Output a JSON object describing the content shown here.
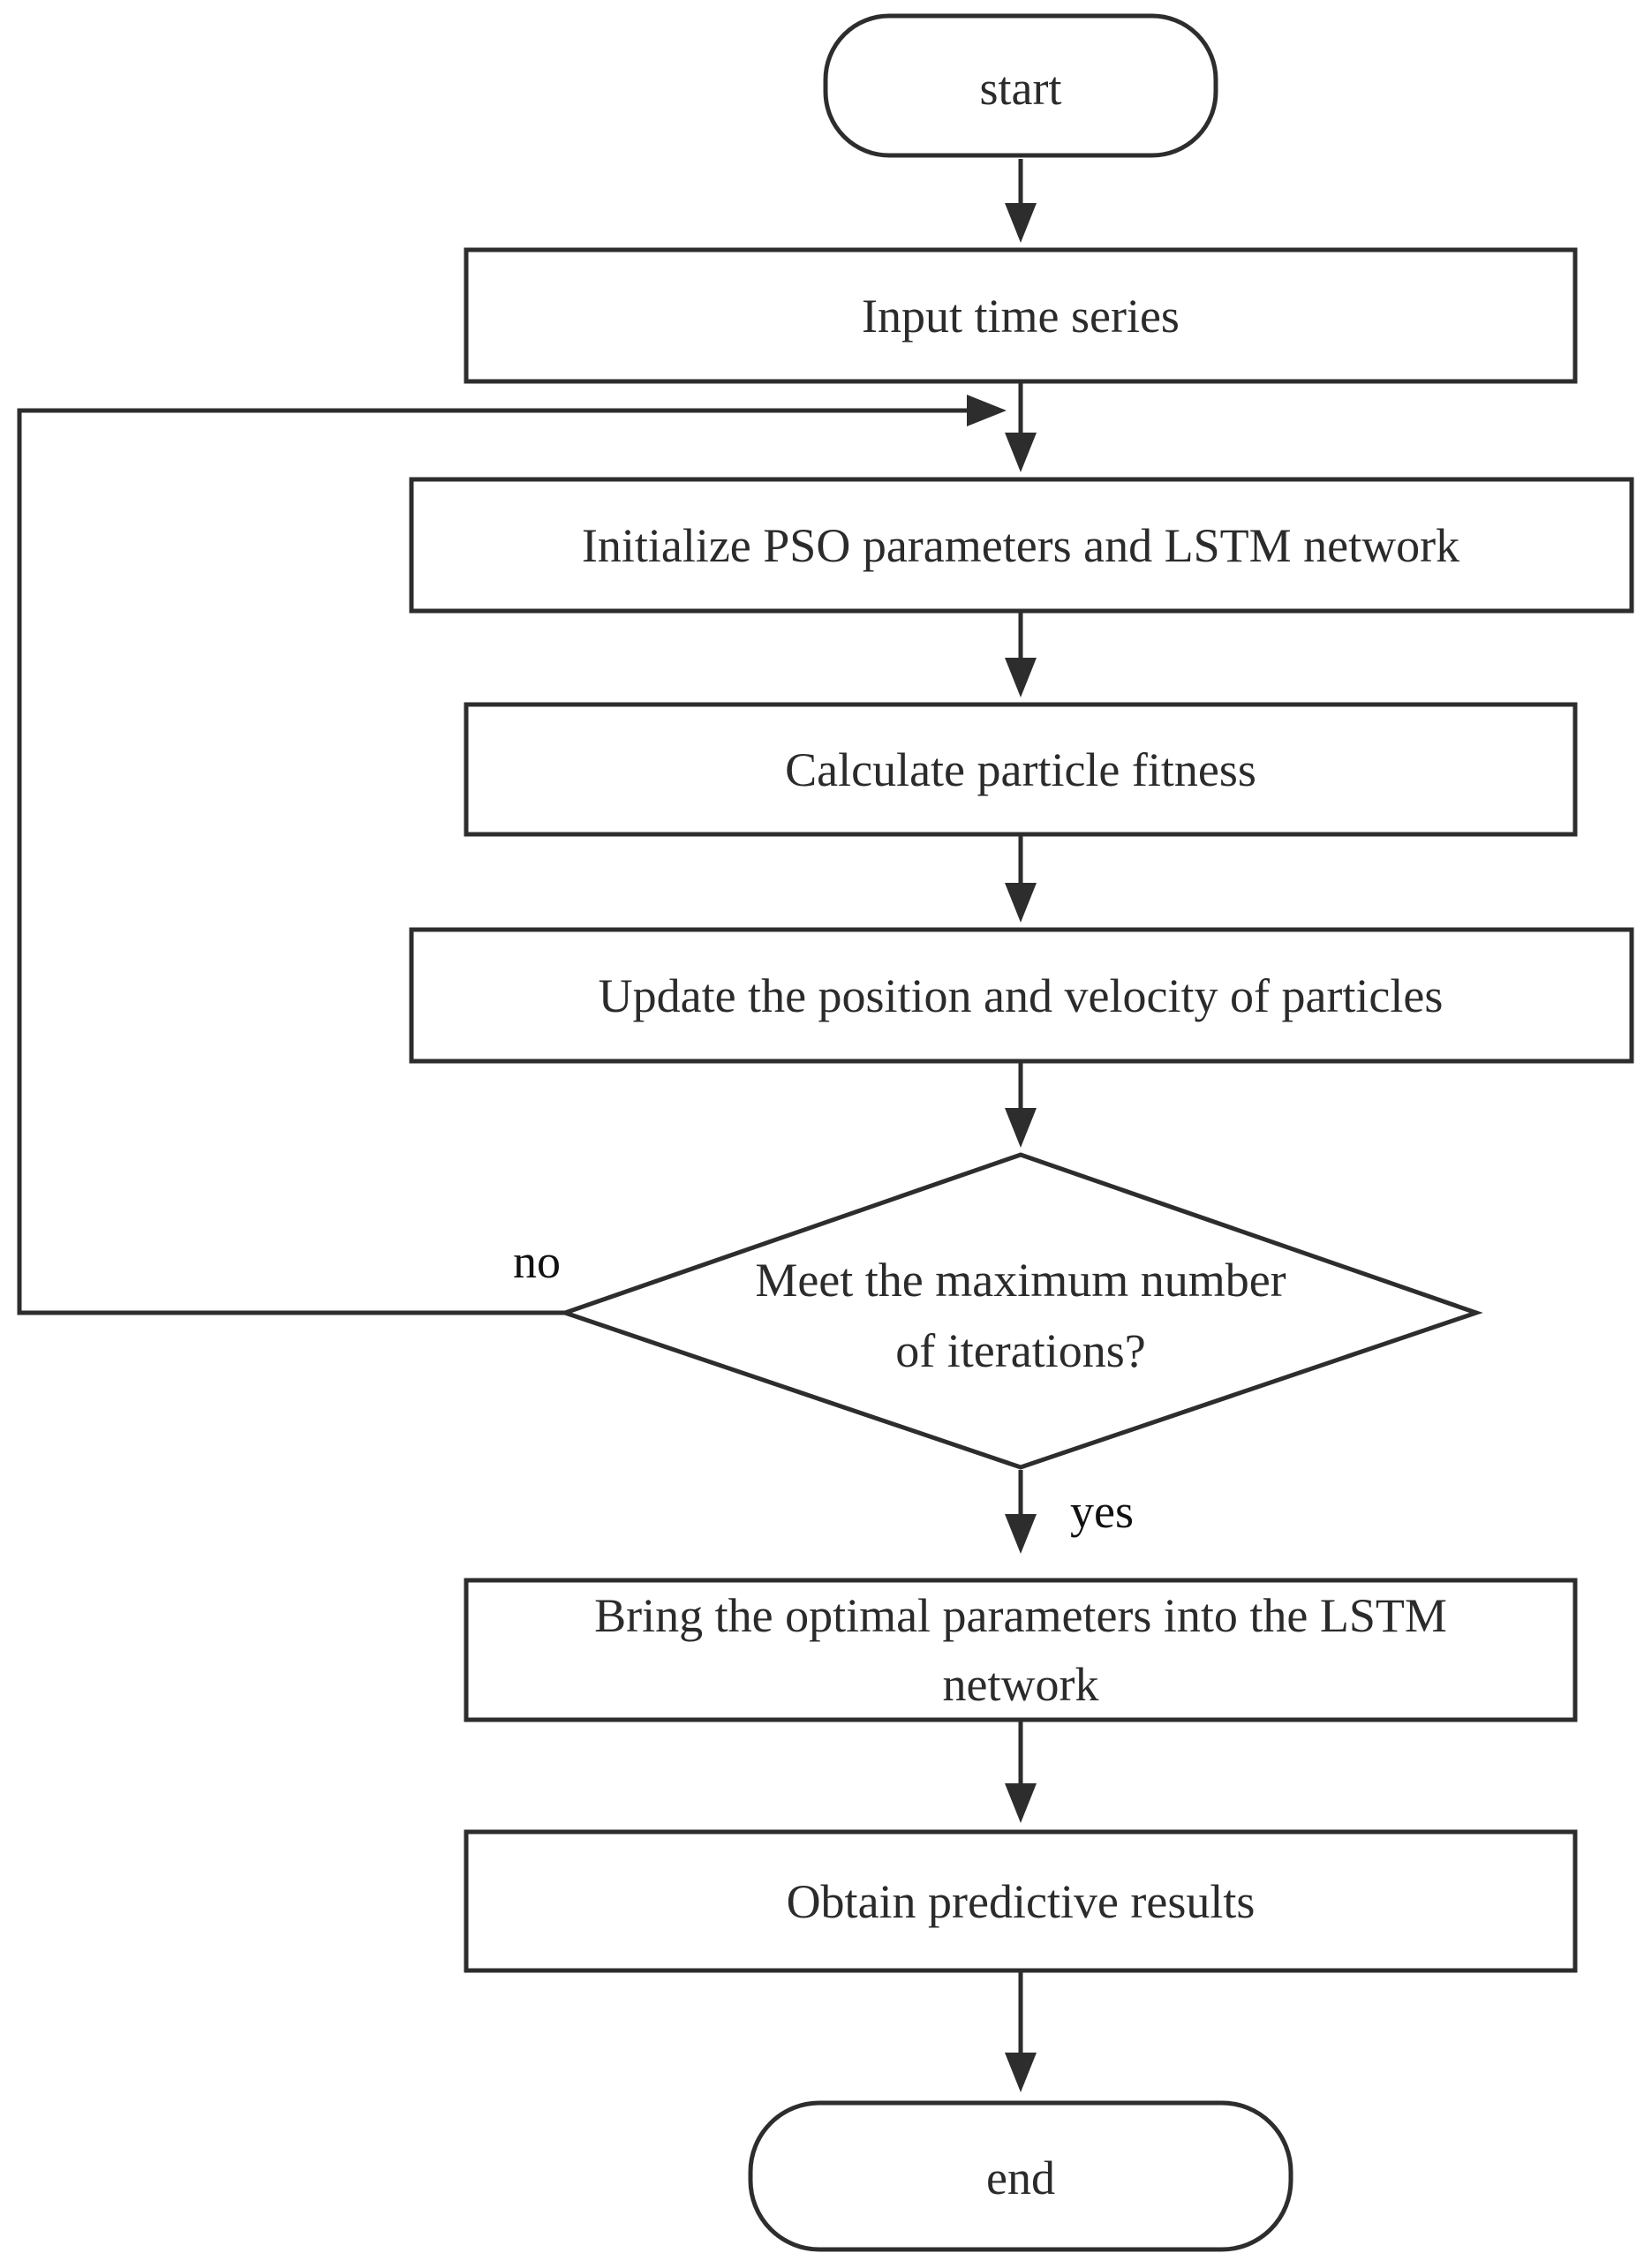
{
  "flowchart": {
    "start": "start",
    "end": "end",
    "steps": {
      "input": "Input time series",
      "init": "Initialize PSO parameters and LSTM network",
      "fitness": "Calculate particle fitness",
      "update": "Update the position and velocity of particles",
      "bring_line1": "Bring the optimal parameters into the LSTM",
      "bring_line2": "network",
      "obtain": "Obtain predictive results"
    },
    "decision": {
      "line1": "Meet the maximum number",
      "line2": "of iterations?",
      "no_label": "no",
      "yes_label": "yes"
    }
  }
}
